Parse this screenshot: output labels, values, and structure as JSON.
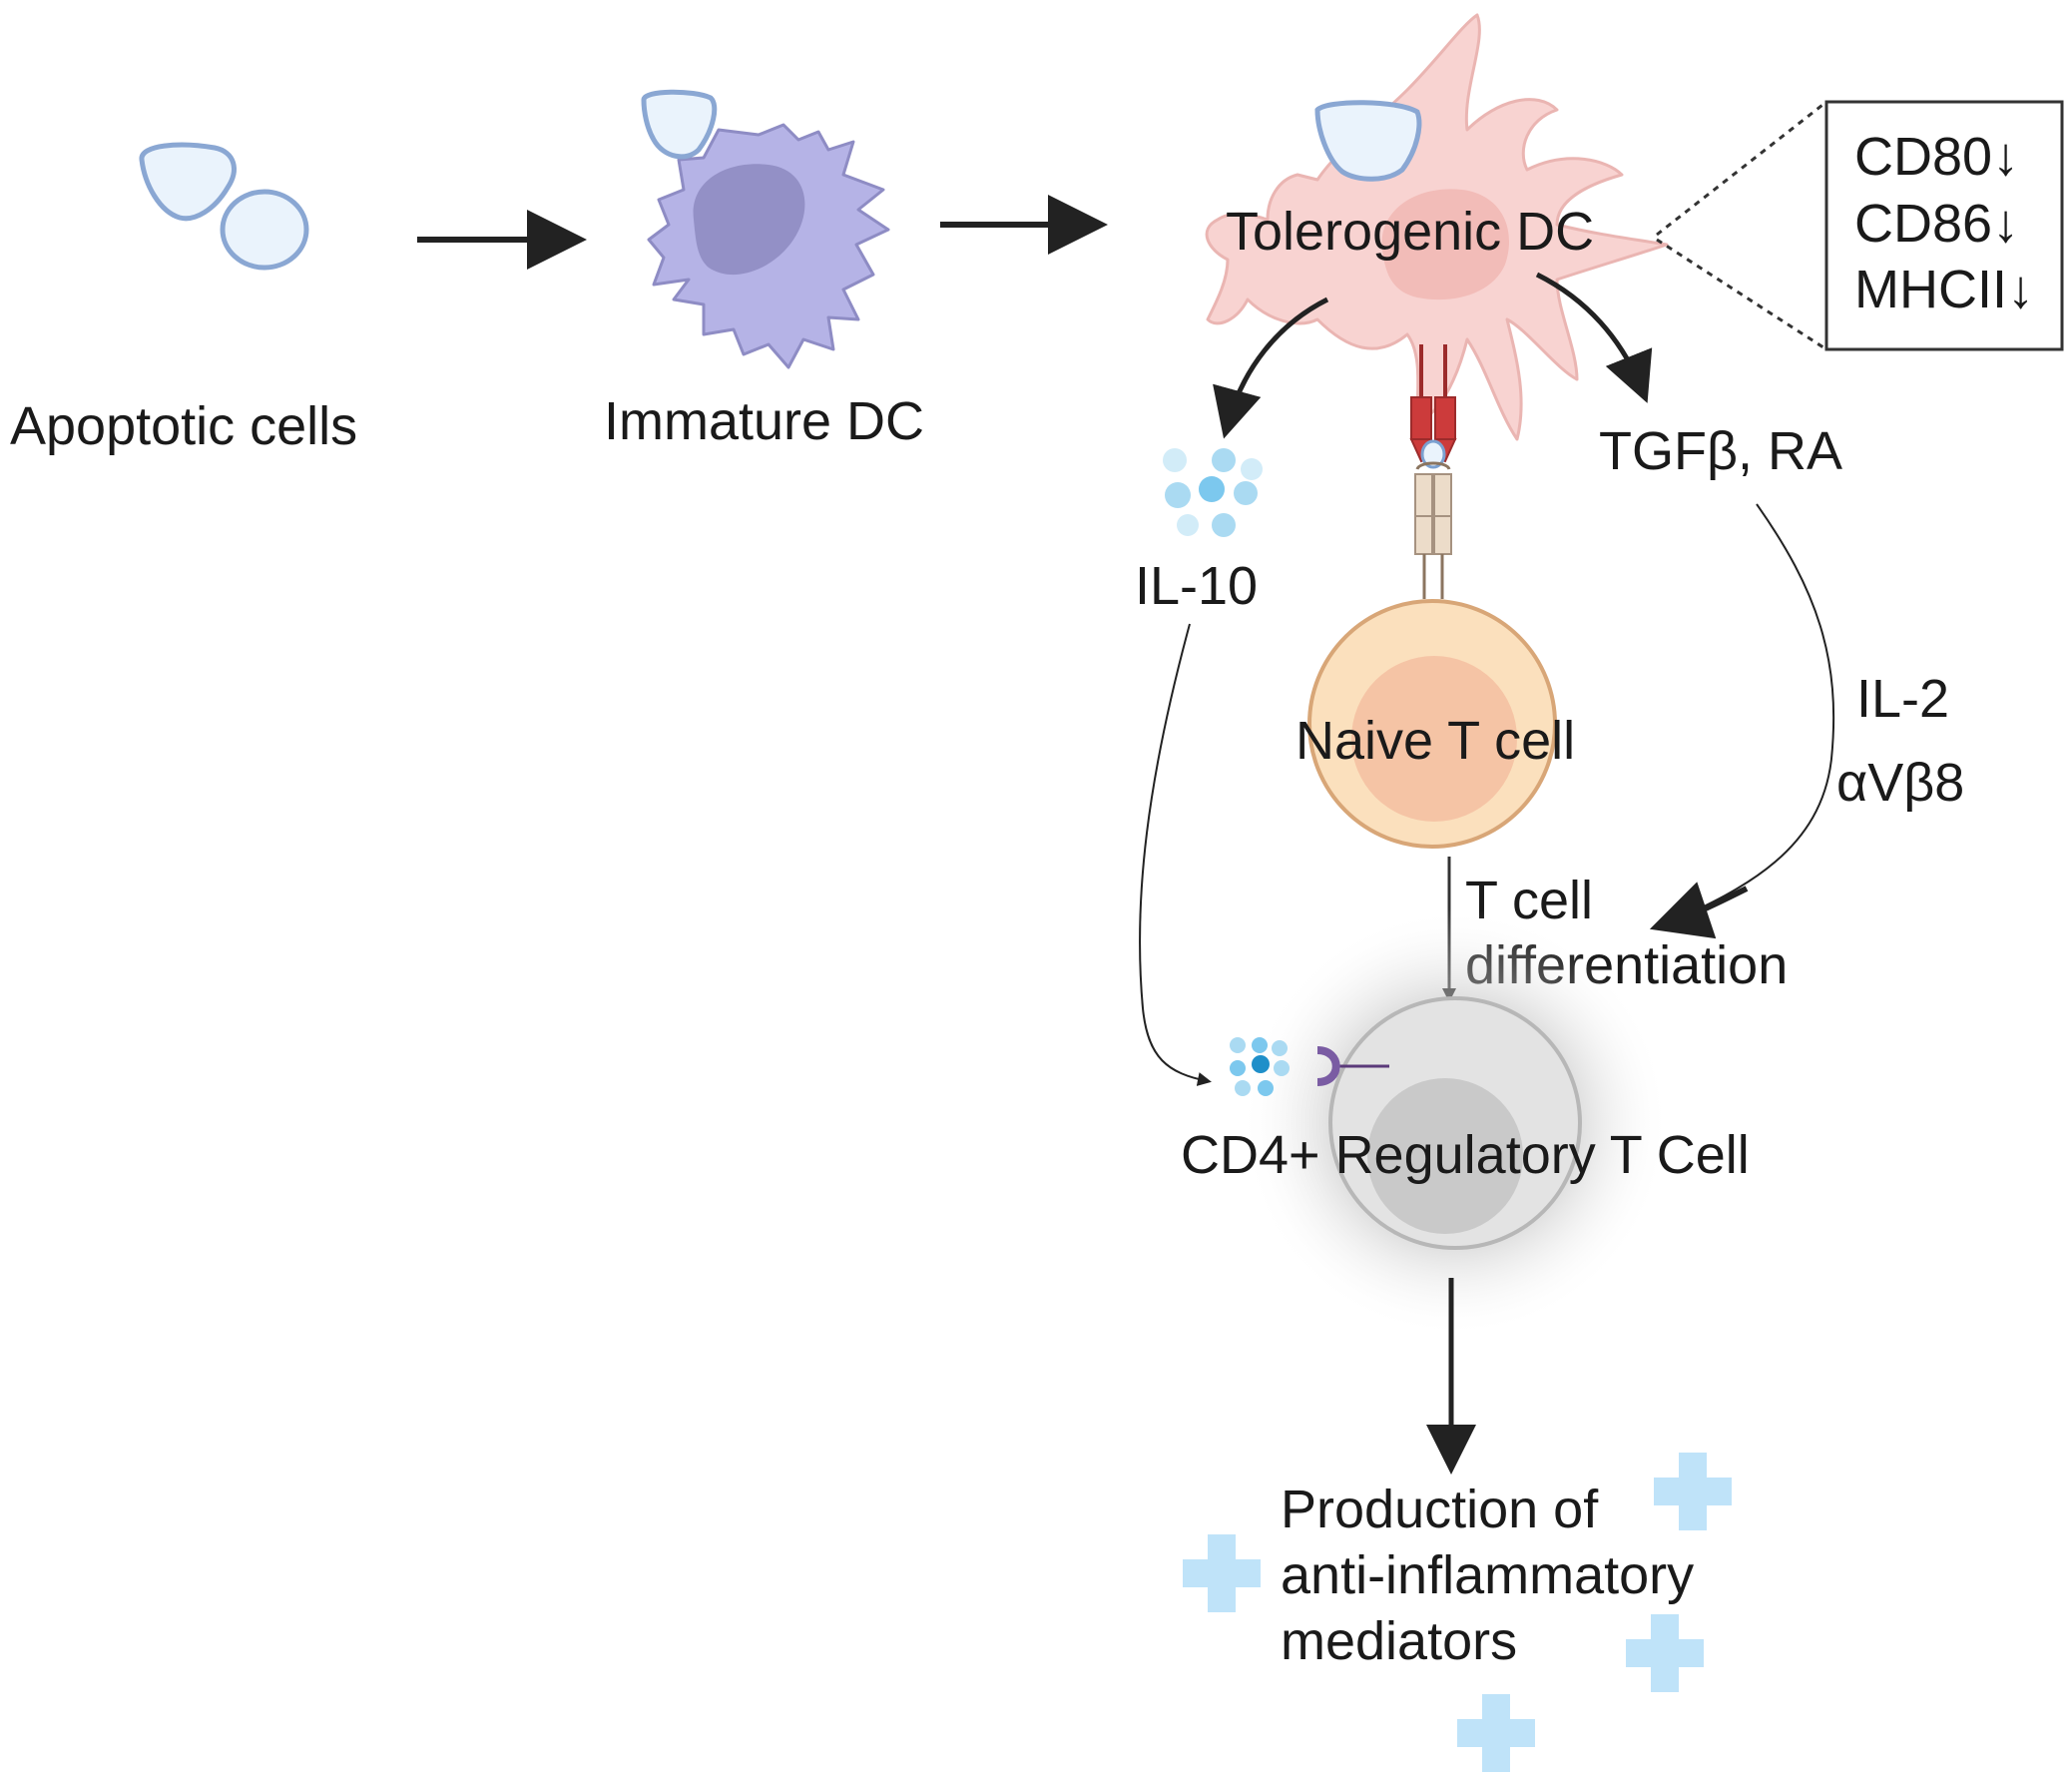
{
  "labels": {
    "apoptotic": "Apoptotic cells",
    "immature": "Immature DC",
    "tolerogenic": "Tolerogenic DC",
    "il10": "IL-10",
    "tgfb_ra": "TGFβ, RA",
    "naive": "Naive T cell",
    "il2": "IL-2",
    "avb8": "αVβ8",
    "tcell_diff_1": "T cell",
    "tcell_diff_2": "differentiation",
    "treg": "CD4+ Regulatory T Cell",
    "production_1": "Production of",
    "production_2": "anti-inflammatory",
    "production_3": "mediators"
  },
  "marker_box": {
    "lines": [
      "CD80↓",
      "CD86↓",
      "MHCII↓"
    ]
  },
  "colors": {
    "apoptotic_fill": "#eaf3fc",
    "apoptotic_stroke": "#8aa7d3",
    "immature_body": "#b5b3e6",
    "immature_nucleus": "#9390c6",
    "tolerogenic_body": "#f8d3d1",
    "tolerogenic_nucleus": "#f2bcb8",
    "naive_outer": "#fbe0bd",
    "naive_inner": "#f5c4a5",
    "treg_outer": "#e3e3e3",
    "treg_inner": "#c9c9c9",
    "plus": "#bfe3f9",
    "receptor_red": "#cc3b3b",
    "tcr_beige": "#ecdcc9"
  }
}
